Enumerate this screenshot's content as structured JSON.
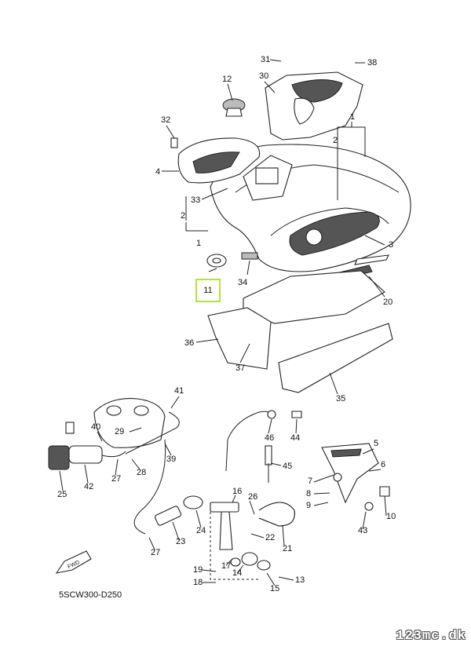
{
  "diagram": {
    "code": "5SCW300-D250",
    "watermark": "123mc.dk",
    "highlighted_part": "11",
    "callouts": [
      "31",
      "38",
      "12",
      "30",
      "1",
      "32",
      "2",
      "4",
      "33",
      "2",
      "1",
      "3",
      "11",
      "34",
      "20",
      "36",
      "37",
      "35",
      "41",
      "40",
      "29",
      "39",
      "25",
      "42",
      "27",
      "28",
      "46",
      "44",
      "45",
      "5",
      "6",
      "7",
      "8",
      "9",
      "10",
      "43",
      "16",
      "26",
      "24",
      "22",
      "23",
      "27",
      "21",
      "19",
      "17",
      "14",
      "15",
      "13",
      "18"
    ]
  }
}
